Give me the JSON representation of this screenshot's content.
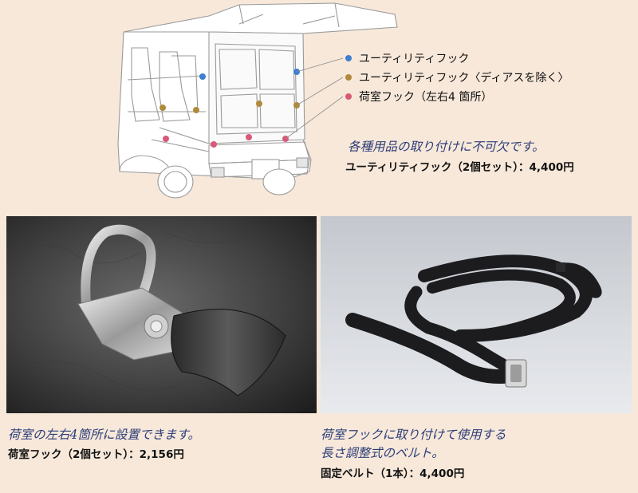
{
  "legend": {
    "items": [
      {
        "label": "ユーティリティフック",
        "color": "#3f7fd0"
      },
      {
        "label": "ユーティリティフック〈ディアスを除く〉",
        "color": "#b08a3a"
      },
      {
        "label": "荷室フック（左右4 箇所）",
        "color": "#d85a78"
      }
    ]
  },
  "utility_hook": {
    "tagline": "各種用品の取り付けに不可欠です。",
    "price": "ユーティリティフック（2個セット）：4,400円"
  },
  "cargo_hook": {
    "tagline": "荷室の左右4箇所に設置できます。",
    "price": "荷室フック（2個セット）：2,156円"
  },
  "belt": {
    "tagline_1": "荷室フックに取り付けて使用する",
    "tagline_2": "長さ調整式のベルト。",
    "price": "固定ベルト（1本）：4,400円"
  }
}
